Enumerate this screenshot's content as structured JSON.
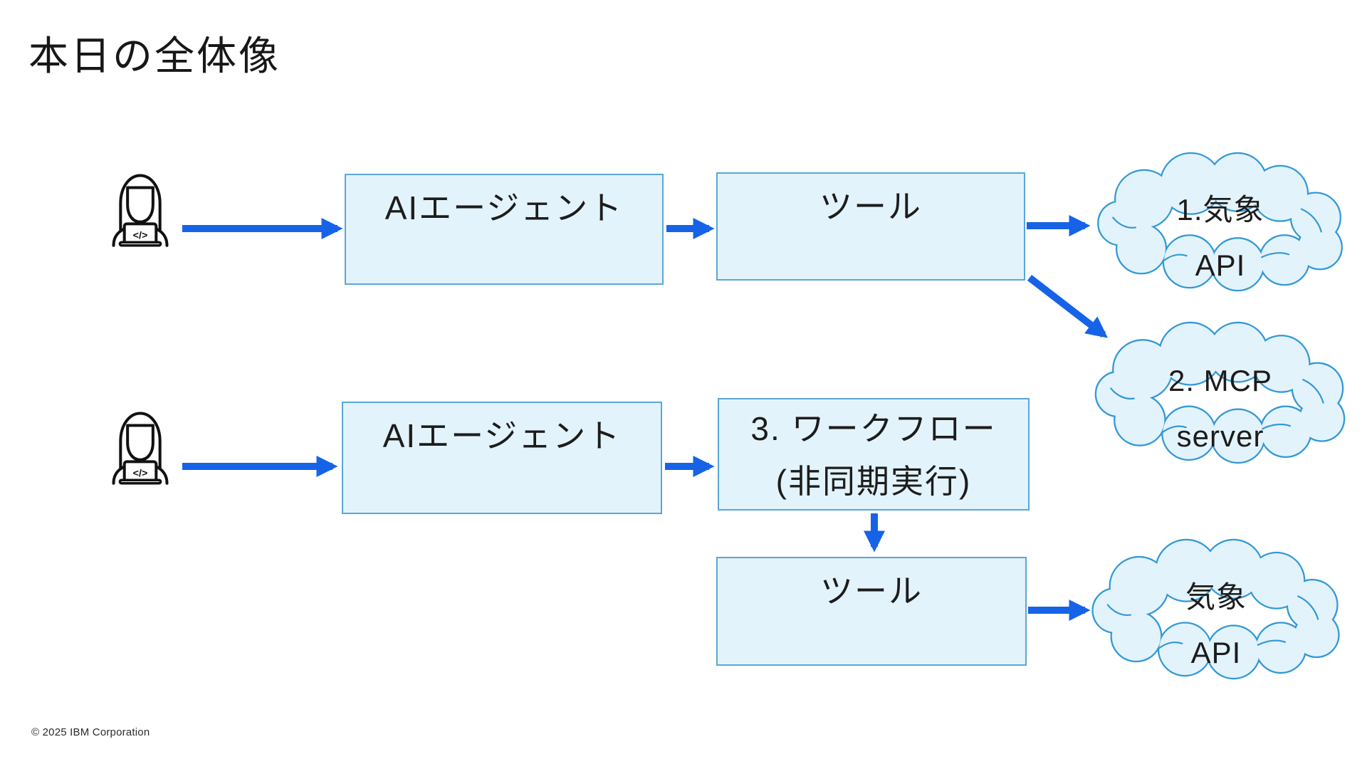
{
  "title": "本日の全体像",
  "footer": "© 2025 IBM Corporation",
  "palette": {
    "arrow_blue": "#1663e8",
    "box_fill": "#e3f3fb",
    "box_border": "#59a7d8",
    "cloud_fill": "#e3f3fc",
    "cloud_border": "#3399d6",
    "ink": "#1c1c1c"
  },
  "person": {
    "laptop_glyph": "</>"
  },
  "top_flow": {
    "agent_label": "AIエージェント",
    "tool_label": "ツール",
    "weather_cloud": {
      "line1": "1.気象",
      "line2": "API"
    },
    "mcp_cloud": {
      "line1": "2. MCP",
      "line2": "server"
    }
  },
  "bottom_flow": {
    "agent_label": "AIエージェント",
    "workflow_box": {
      "line1": "3. ワークフロー",
      "line2": "(非同期実行)"
    },
    "tool_label": "ツール",
    "weather_cloud": {
      "line1": "気象",
      "line2": "API"
    }
  }
}
